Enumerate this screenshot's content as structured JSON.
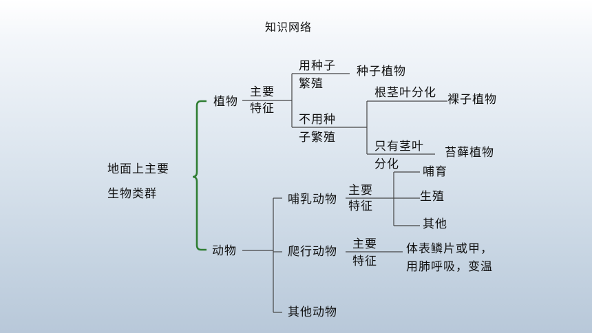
{
  "title": "知识网络",
  "root": {
    "line1": "地面上主要",
    "line2": "生物类群"
  },
  "plants": {
    "label": "植物",
    "feature": {
      "line1": "主要",
      "line2": "特征"
    },
    "seed": {
      "label": {
        "line1": "用种子",
        "line2": "繁殖"
      },
      "result": "种子植物"
    },
    "no_seed": {
      "label": {
        "line1": "不用种",
        "line2": "子繁殖"
      },
      "root_stem_leaf": {
        "label": "根茎叶分化",
        "result": "裸子植物"
      },
      "stem_leaf": {
        "line1": "只有茎叶",
        "line2": "分化",
        "result": "苔藓植物"
      }
    }
  },
  "animals": {
    "label": "动物",
    "mammals": {
      "label": "哺乳动物",
      "feature": {
        "line1": "主要",
        "line2": "特征"
      },
      "traits": [
        "哺育",
        "生殖",
        "其他"
      ]
    },
    "reptiles": {
      "label": "爬行动物",
      "feature": {
        "line1": "主要",
        "line2": "特征"
      },
      "desc": {
        "line1": "体表鳞片或甲，",
        "line2": "用肺呼吸，变温"
      }
    },
    "others": {
      "label": "其他动物"
    }
  },
  "colors": {
    "brace": "#2e7d32",
    "line": "#444444"
  }
}
